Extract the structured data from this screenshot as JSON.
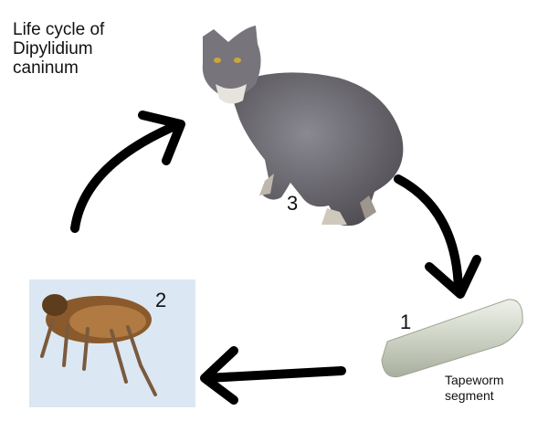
{
  "title": "Life cycle of Dipylidium caninum",
  "stages": [
    {
      "number": "1",
      "label": "Tapeworm segment",
      "label_line1": "Tapeworm",
      "label_line2": "segment",
      "icon": "tapeworm-segment-image"
    },
    {
      "number": "2",
      "label": "",
      "icon": "flea-image"
    },
    {
      "number": "3",
      "label": "",
      "icon": "cat-image"
    }
  ],
  "colors": {
    "arrow": "#000000",
    "flea_panel": "#dbe8f3",
    "cat_fur": "#6b6a6e",
    "segment": "#cfd6c7"
  }
}
